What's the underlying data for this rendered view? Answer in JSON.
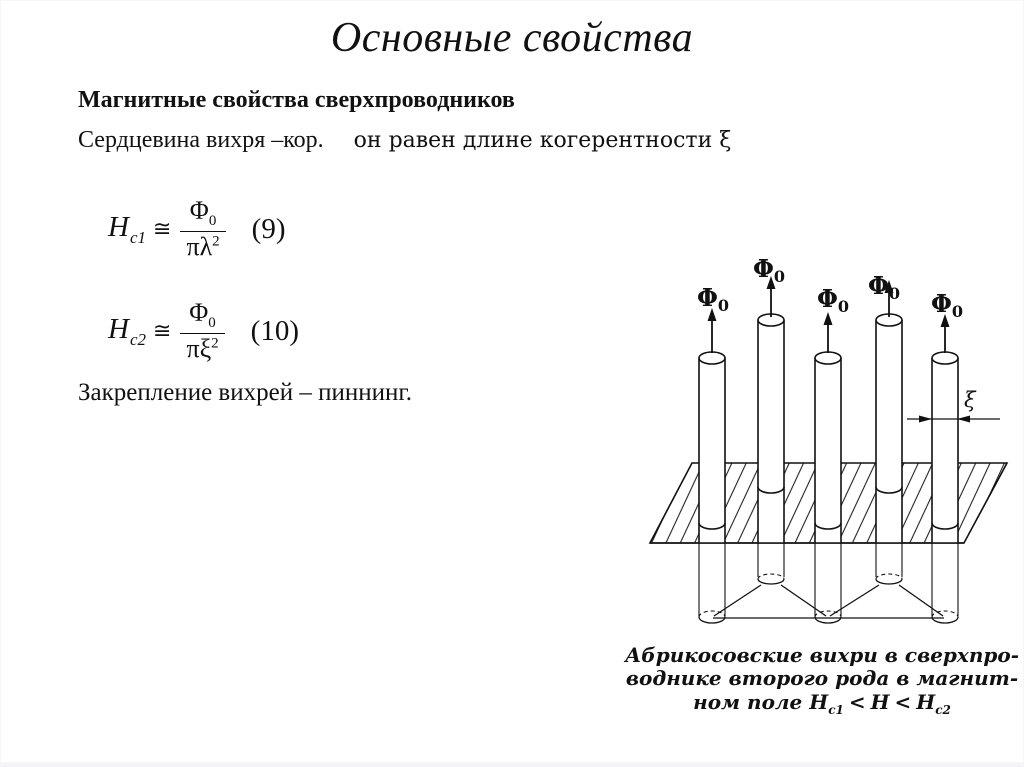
{
  "slide": {
    "title": "Основные свойства",
    "heading": "Магнитные свойства сверхпроводников",
    "core_text": "Сердцевина вихря –кор.",
    "coherence_text": "он равен длине когерентности ξ",
    "pinning_text": "Закрепление вихрей – пиннинг."
  },
  "equations": {
    "eq1": {
      "var": "H",
      "sub": "c1",
      "rel": "≅",
      "num_base": "Φ",
      "num_sub": "0",
      "den_base": "πλ",
      "den_sup": "2",
      "tag": "(9)"
    },
    "eq2": {
      "var": "H",
      "sub": "c2",
      "rel": "≅",
      "num_base": "Φ",
      "num_sub": "0",
      "den_base": "πξ",
      "den_sup": "2",
      "tag": "(10)"
    }
  },
  "diagram": {
    "flux_base": "Φ",
    "flux_sub": "0",
    "xi": "ξ",
    "caption": {
      "line1": "Абрикосовские вихри в сверхпро-",
      "line2": "воднике второго рода в магнит-",
      "line3_prefix": "ном поле",
      "h": "H",
      "sub1": "c1",
      "sub2": "c2",
      "lt": "<"
    }
  }
}
